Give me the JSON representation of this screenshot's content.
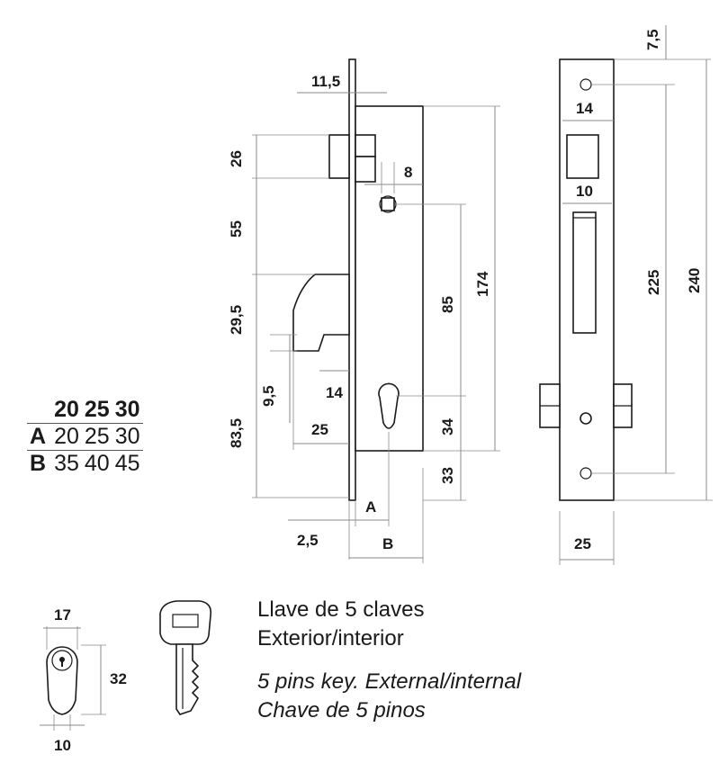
{
  "dimensions": {
    "side": {
      "d11_5": "11,5",
      "d26": "26",
      "d8": "8",
      "d55": "55",
      "d174": "174",
      "d85": "85",
      "d29_5": "29,5",
      "d9_5": "9,5",
      "d14": "14",
      "d83_5": "83,5",
      "d25": "25",
      "d34": "34",
      "d33": "33",
      "dA": "A",
      "d2_5": "2,5",
      "dB": "B"
    },
    "front": {
      "d7_5": "7,5",
      "d14": "14",
      "d10": "10",
      "d225": "225",
      "d240": "240",
      "d25": "25"
    },
    "cylinder": {
      "d17": "17",
      "d32": "32",
      "d10": "10"
    }
  },
  "table": {
    "headers": [
      "20",
      "25",
      "30"
    ],
    "rows": [
      {
        "label": "A",
        "values": [
          "20",
          "25",
          "30"
        ]
      },
      {
        "label": "B",
        "values": [
          "35",
          "40",
          "45"
        ]
      }
    ]
  },
  "captions": {
    "es_line1": "Llave de 5 claves",
    "es_line2": "Exterior/interior",
    "en_line1": "5 pins key. External/internal",
    "pt_line1": "Chave de 5 pinos"
  },
  "colors": {
    "line": "#1a1a1a",
    "dimension": "#8a8a8a",
    "background": "#ffffff"
  }
}
